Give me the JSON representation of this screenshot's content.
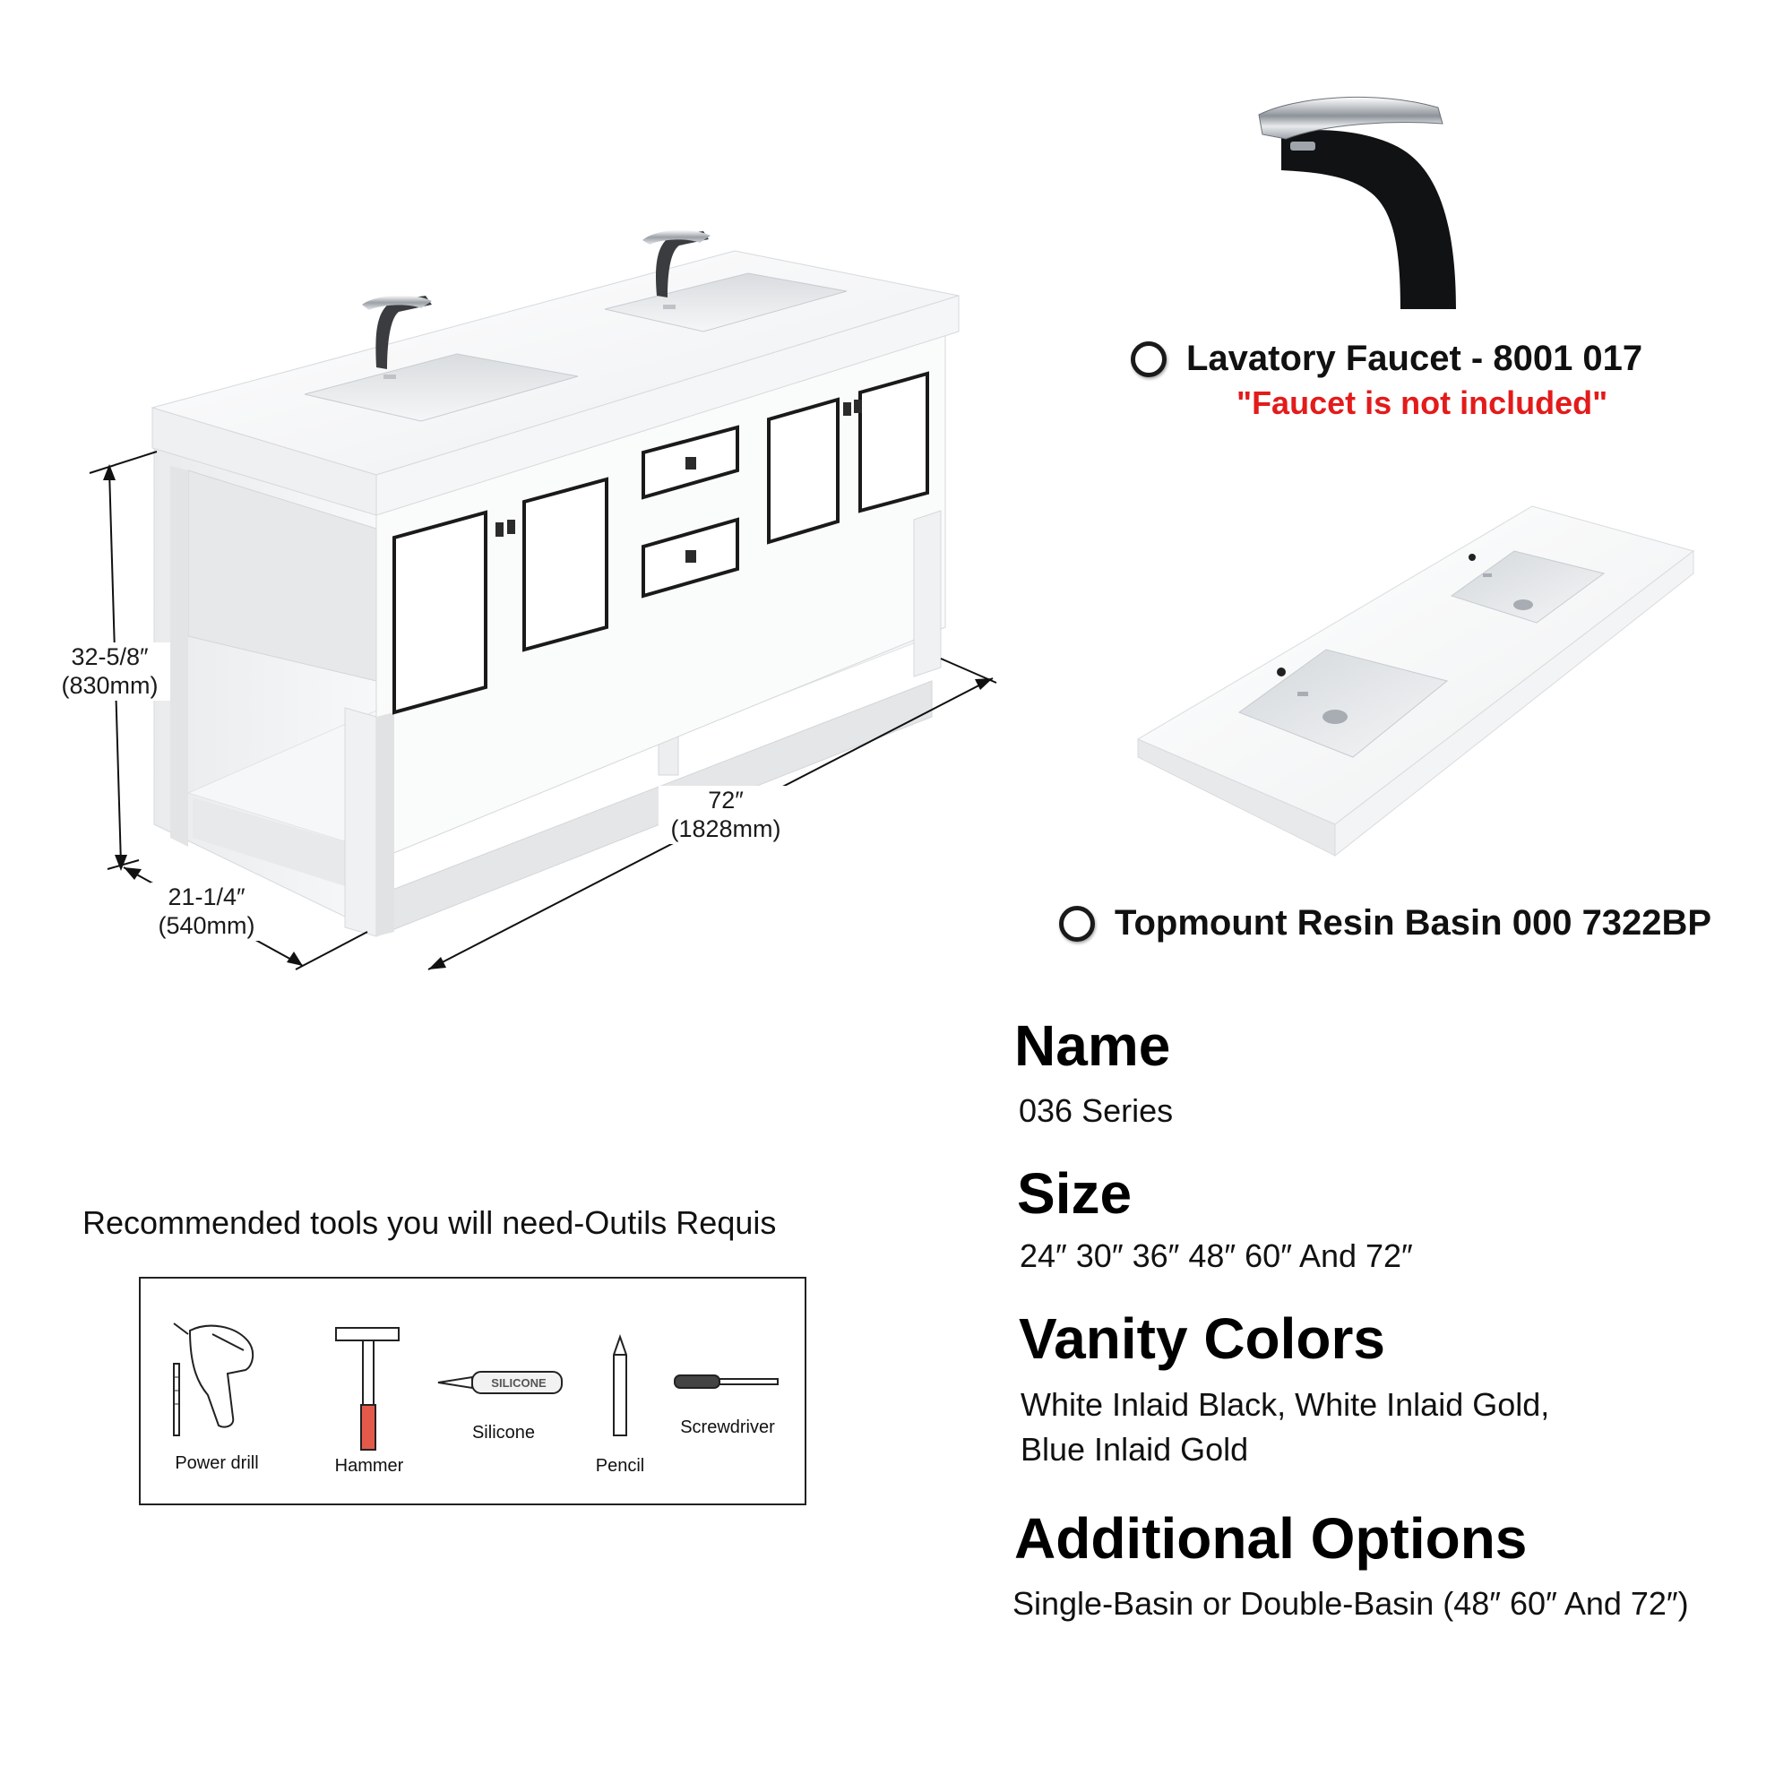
{
  "dimensions": {
    "height": "32-5/8″",
    "height_mm": "(830mm)",
    "width": "72″",
    "width_mm": "(1828mm)",
    "depth": "21-1/4″",
    "depth_mm": "(540mm)"
  },
  "options": {
    "faucet_label": "Lavatory Faucet - 8001 017",
    "faucet_note": "\"Faucet is not included\"",
    "basin_label": "Topmount Resin Basin 000 7322BP"
  },
  "specs": {
    "name_heading": "Name",
    "name_value": "036 Series",
    "size_heading": "Size",
    "size_value": "24″ 30″ 36″ 48″ 60″ And 72″",
    "colors_heading": "Vanity Colors",
    "colors_line1": "White Inlaid Black, White Inlaid Gold,",
    "colors_line2": "Blue Inlaid Gold",
    "options_heading": "Additional Options",
    "options_value": "Single-Basin or Double-Basin (48″ 60″ And 72″)"
  },
  "tools": {
    "title": "Recommended tools you will need-Outils Requis",
    "silicone_text": "SILICONE",
    "items": [
      "Power drill",
      "Hammer",
      "Silicone",
      "Pencil",
      "Screwdriver"
    ]
  },
  "colors": {
    "accent_red": "#e31b1b",
    "inlay": "#1a1a1a"
  }
}
